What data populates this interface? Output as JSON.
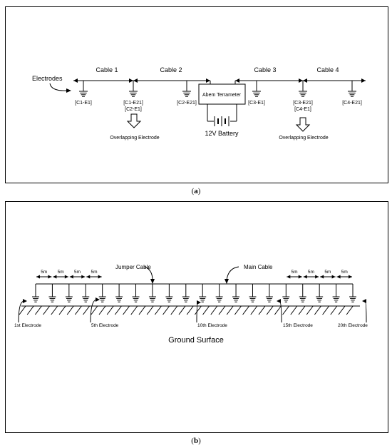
{
  "panel_a": {
    "caption": "a",
    "electrodes_label": "Electrodes",
    "cables": [
      "Cable 1",
      "Cable 2",
      "Cable 3",
      "Cable 4"
    ],
    "terrameter_label": "Abem Terrameter",
    "battery_label": "12V Battery",
    "electrode_labels": [
      [
        "[C1-E1]"
      ],
      [
        "[C1-E21]",
        "[C2-E1]"
      ],
      [
        "[C2-E21]"
      ],
      [
        "[C3-E1]"
      ],
      [
        "[C3-E21]",
        "[C4-E1]"
      ],
      [
        "[C4-E21]"
      ]
    ],
    "overlap_label_left": "Overlapping Electrode",
    "overlap_label_right": "Overlapping Electrode"
  },
  "panel_b": {
    "caption": "b",
    "spacing_label": "5m",
    "jumper_cable_label": "Jumper Cable",
    "main_cable_label": "Main Cable",
    "electrode_count": 20,
    "marker_labels": [
      "1st Electrode",
      "5th Electrode",
      "10th Electrode",
      "15th Electrode",
      "20th Electrode"
    ],
    "ground_label": "Ground Surface"
  }
}
